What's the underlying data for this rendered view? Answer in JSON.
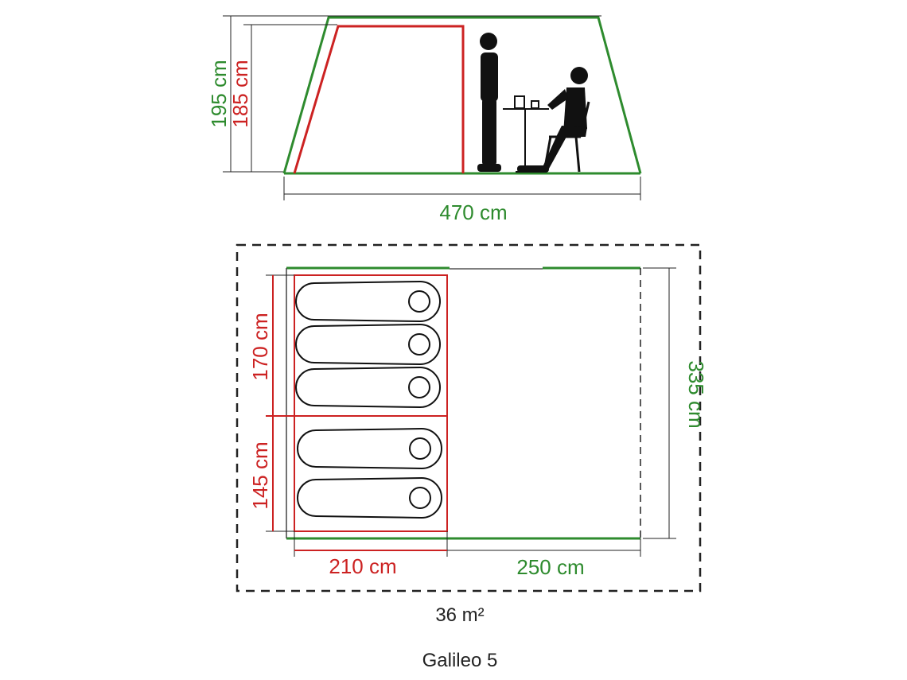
{
  "colors": {
    "outer": "#2e8b2e",
    "inner": "#cc2222",
    "ink": "#1a1a1a",
    "dim": "#222222"
  },
  "side_view": {
    "total_height": "195 cm",
    "inner_height": "185 cm",
    "length": "470 cm",
    "figures": [
      "standing-person",
      "seated-person",
      "table",
      "chair"
    ]
  },
  "floor_plan": {
    "bedroom_upper_width": "170 cm",
    "bedroom_lower_width": "145 cm",
    "bedroom_depth": "210 cm",
    "living_depth": "250 cm",
    "total_width": "335 cm",
    "sleeping_bags": 5
  },
  "area": "36 m²",
  "model_name": "Galileo 5"
}
